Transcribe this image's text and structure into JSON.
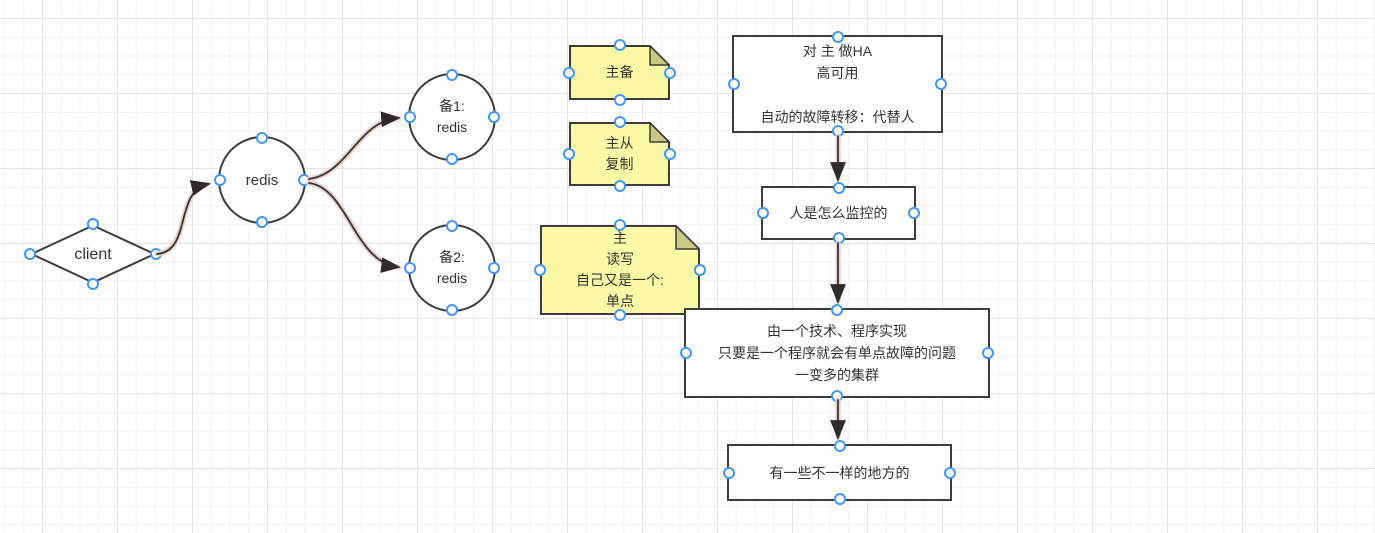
{
  "canvas_title": "redis-ha-flowchart",
  "colors": {
    "background": "#ffffff",
    "grid_minor": "#f1f1f4",
    "grid_major": "#e3e3e8",
    "shape_border": "#3c3c3c",
    "text": "#333333",
    "note_fill": "#fafaa6",
    "note_fold_fill": "#c9c985",
    "handle_stroke": "#4596f7",
    "handle_fill": "#ffffff",
    "wire": "#38322f",
    "wire_halo": "#e6d2d0",
    "arrowhead": "#2e2b29"
  },
  "nodes": {
    "client": {
      "shape": "diamond",
      "label": "client"
    },
    "redis": {
      "shape": "circle",
      "label": "redis"
    },
    "backup1": {
      "shape": "circle",
      "label": "备1:\nredis"
    },
    "backup2": {
      "shape": "circle",
      "label": "备2:\nredis"
    },
    "note_master_backup": {
      "shape": "note",
      "label": "主备"
    },
    "note_master_slave": {
      "shape": "note",
      "label": "主从\n复制"
    },
    "note_master_rw": {
      "shape": "note",
      "label": "主\n读写\n自己又是一个:\n单点"
    },
    "box_ha": {
      "shape": "rect",
      "label": "对 主 做HA\n高可用\n\n自动的故障转移：代替人"
    },
    "box_monitor": {
      "shape": "rect",
      "label": "人是怎么监控的"
    },
    "box_tech": {
      "shape": "rect",
      "label": "由一个技术、程序实现\n只要是一个程序就会有单点故障的问题\n一变多的集群"
    },
    "box_diff": {
      "shape": "rect",
      "label": "有一些不一样的地方的"
    }
  },
  "edges": [
    {
      "from": "client",
      "to": "redis"
    },
    {
      "from": "redis",
      "to": "backup1"
    },
    {
      "from": "redis",
      "to": "backup2"
    },
    {
      "from": "box_ha",
      "to": "box_monitor"
    },
    {
      "from": "box_monitor",
      "to": "box_tech"
    },
    {
      "from": "box_tech",
      "to": "box_diff"
    }
  ]
}
